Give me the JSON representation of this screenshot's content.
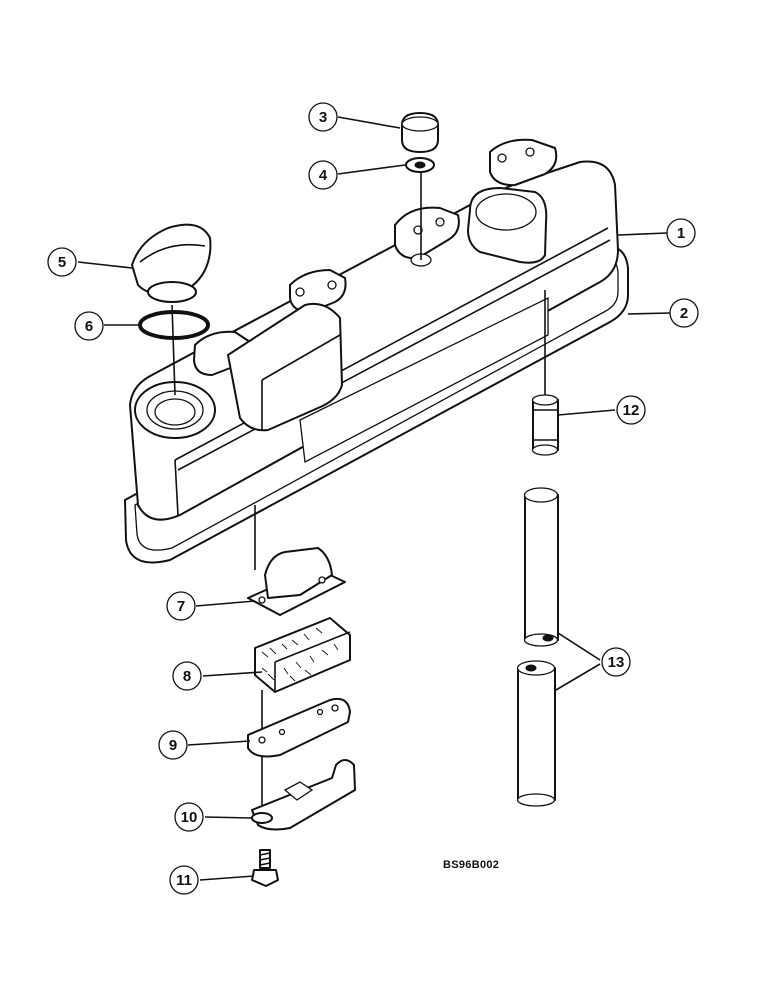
{
  "drawing_code": "BS96B002",
  "callouts": [
    {
      "id": "c1",
      "label": "1"
    },
    {
      "id": "c2",
      "label": "2"
    },
    {
      "id": "c3",
      "label": "3"
    },
    {
      "id": "c4",
      "label": "4"
    },
    {
      "id": "c5",
      "label": "5"
    },
    {
      "id": "c6",
      "label": "6"
    },
    {
      "id": "c7",
      "label": "7"
    },
    {
      "id": "c8",
      "label": "8"
    },
    {
      "id": "c9",
      "label": "9"
    },
    {
      "id": "c10",
      "label": "10"
    },
    {
      "id": "c11",
      "label": "11"
    },
    {
      "id": "c12",
      "label": "12"
    },
    {
      "id": "c13",
      "label": "13"
    }
  ]
}
